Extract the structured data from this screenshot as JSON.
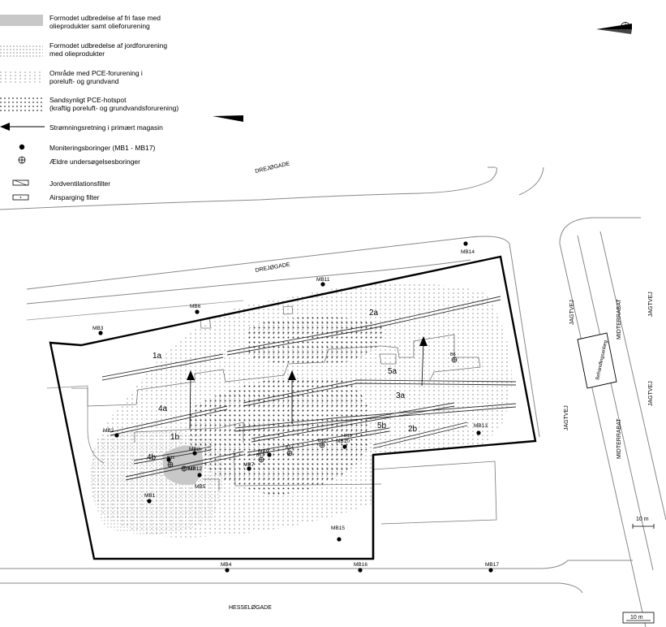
{
  "legend": [
    {
      "key": "free-phase",
      "text": "Formodet udbredelse af fri fase med\nolieprodukter samt olieforurening"
    },
    {
      "key": "soil-oil",
      "text": "Formodet udbredelse af jordforurening\nmed olieprodukter"
    },
    {
      "key": "pce-area",
      "text": "Område med PCE-forurening i\nporeluft- og grundvand"
    },
    {
      "key": "pce-hotspot",
      "text": "Sandsynligt PCE-hotspot\n(kraftig poreluft- og grundvandsforurening)"
    },
    {
      "key": "flow",
      "text": "Strømningsretning i primært magasin"
    },
    {
      "key": "mon-wells",
      "text": "Moniteringsboringer (MB1 - MB17)"
    },
    {
      "key": "old-wells",
      "text": "Ældre undersøgelsesboringer"
    },
    {
      "key": "soil-vent",
      "text": "Jordventilationsfilter"
    },
    {
      "key": "air-sparge",
      "text": "Airsparging filter"
    }
  ],
  "streets": {
    "drejoegade_top": "DREJØGADE",
    "drejoegade_mid": "DREJØGADE",
    "hesseloegade": "HESSELØGADE",
    "jagtvej_a": "JAGTVEJ",
    "jagtvej_b": "JAGTVEJ",
    "jagtvej_c": "JAGTVEJ",
    "jagtvej_d": "JAGTVEJ",
    "midterrabat_a": "MIDTERRABAT",
    "midterrabat_b": "MIDTERRABAT",
    "building": "Behandlingsanlæg"
  },
  "scale": {
    "label_mid": "10 m",
    "label_bottom": "10 m"
  },
  "wells": [
    "MB1",
    "MB2",
    "MB3",
    "MB4",
    "MB5",
    "MB6",
    "MB7",
    "MB8",
    "MB9",
    "MB10",
    "MB11",
    "MB12",
    "MB13",
    "MB14",
    "MB15",
    "MB16",
    "MB17"
  ],
  "old_wells": [
    "B12",
    "B11",
    "B13",
    "B14",
    "B10",
    "B19",
    "B6"
  ],
  "zones": [
    "1a",
    "1b",
    "2a",
    "2b",
    "3a",
    "4a",
    "4b",
    "5a",
    "5b"
  ],
  "colors": {
    "free_phase": "#c8c8c8",
    "stipple": "#555555",
    "line": "#000000",
    "thin": "#6a6a6a"
  }
}
